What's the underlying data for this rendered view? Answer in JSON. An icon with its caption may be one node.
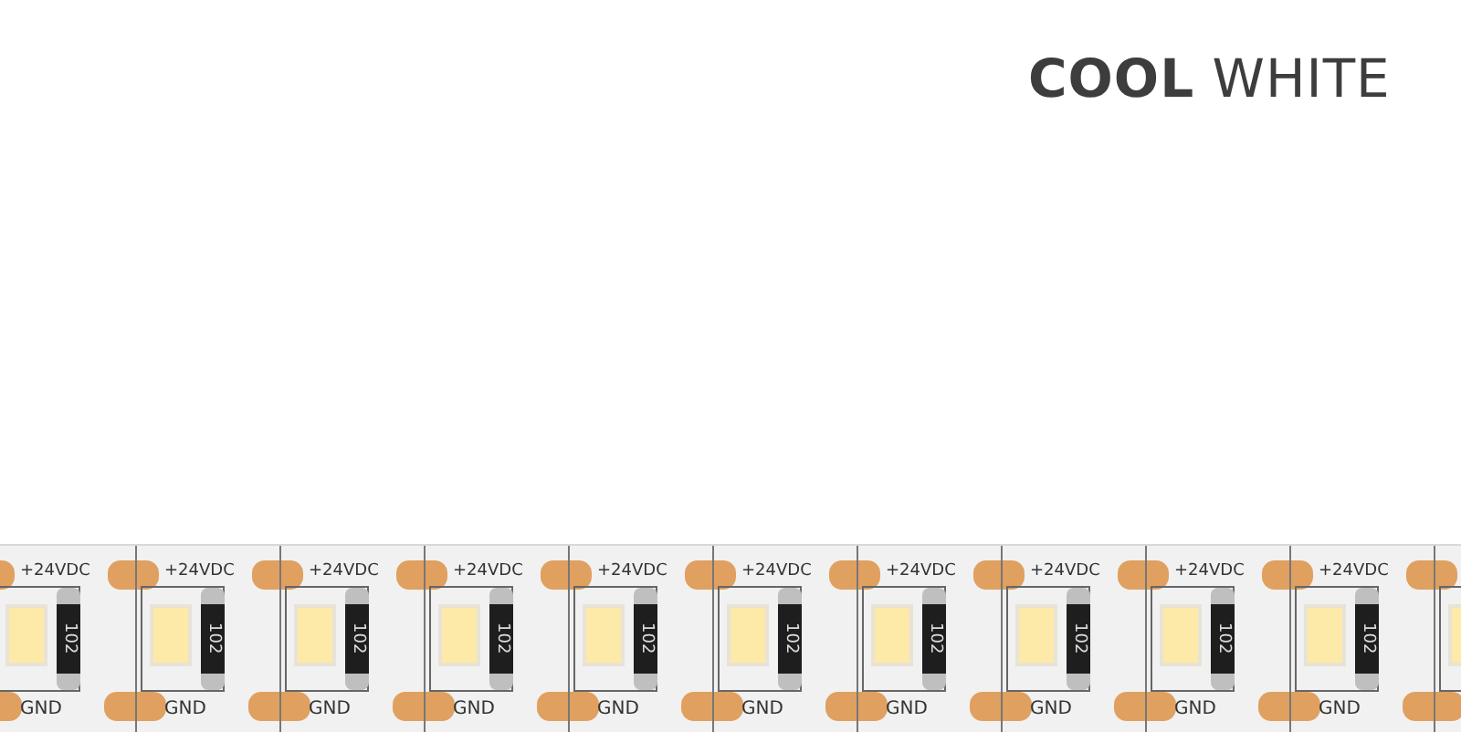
{
  "diagram": {
    "title": "**COOL** WHITE",
    "labels": [
      "+24VDC",
      "+24VDC",
      "+24VDC",
      "+24VDC",
      "+24VDC",
      "+24VDC",
      "+24VDC",
      "+24VDC",
      "+24VDC",
      "+24VDC",
      "102",
      "102",
      "102",
      "102",
      "102",
      "102",
      "102",
      "102",
      "102",
      "102",
      "GND",
      "GND",
      "GND",
      "GND",
      "GND",
      "GND",
      "GND",
      "GND",
      "GND",
      "GND"
    ]
  }
}
